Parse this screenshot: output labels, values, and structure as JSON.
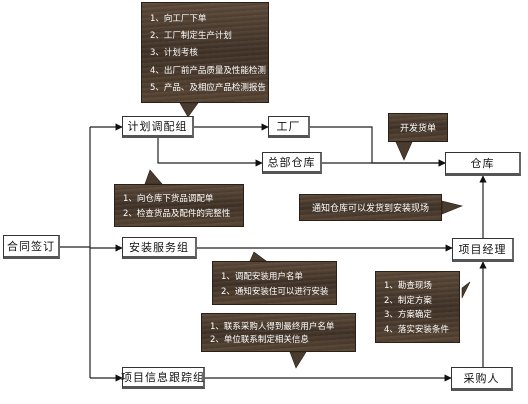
{
  "nodes": {
    "hetong": "合同签订",
    "jihua": "计划调配组",
    "gongchang": "工厂",
    "zongbu": "总部仓库",
    "cangku": "仓库",
    "anzhuang": "安装服务组",
    "xiangmu": "项目经理",
    "gengzong": "项目信息跟踪组",
    "caigou": "采购人"
  },
  "callouts": {
    "factory_tasks": [
      "1、向工厂下单",
      "2、工厂制定生产计划",
      "3、计划考核",
      "4、出厂前产品质量及性能检测",
      "5、产品、及相应产品检测报告"
    ],
    "kaifa": "开发货单",
    "warehouse_tasks": [
      "1、向仓库下货品调配单",
      "2、检查货品及配件的完整性"
    ],
    "tongzhi": "通知仓库可以发货到安装现场",
    "install_tasks": [
      "1、调配安装用户名单",
      "2、通知安装住可以进行安装"
    ],
    "pm_tasks": [
      "1、勘查现场",
      "2、制定方案",
      "3、方案确定",
      "4、落实安装条件"
    ],
    "tracking_tasks": [
      "1、联系采购人得到最终用户名单",
      "2、单位联系制定相关信息"
    ]
  }
}
